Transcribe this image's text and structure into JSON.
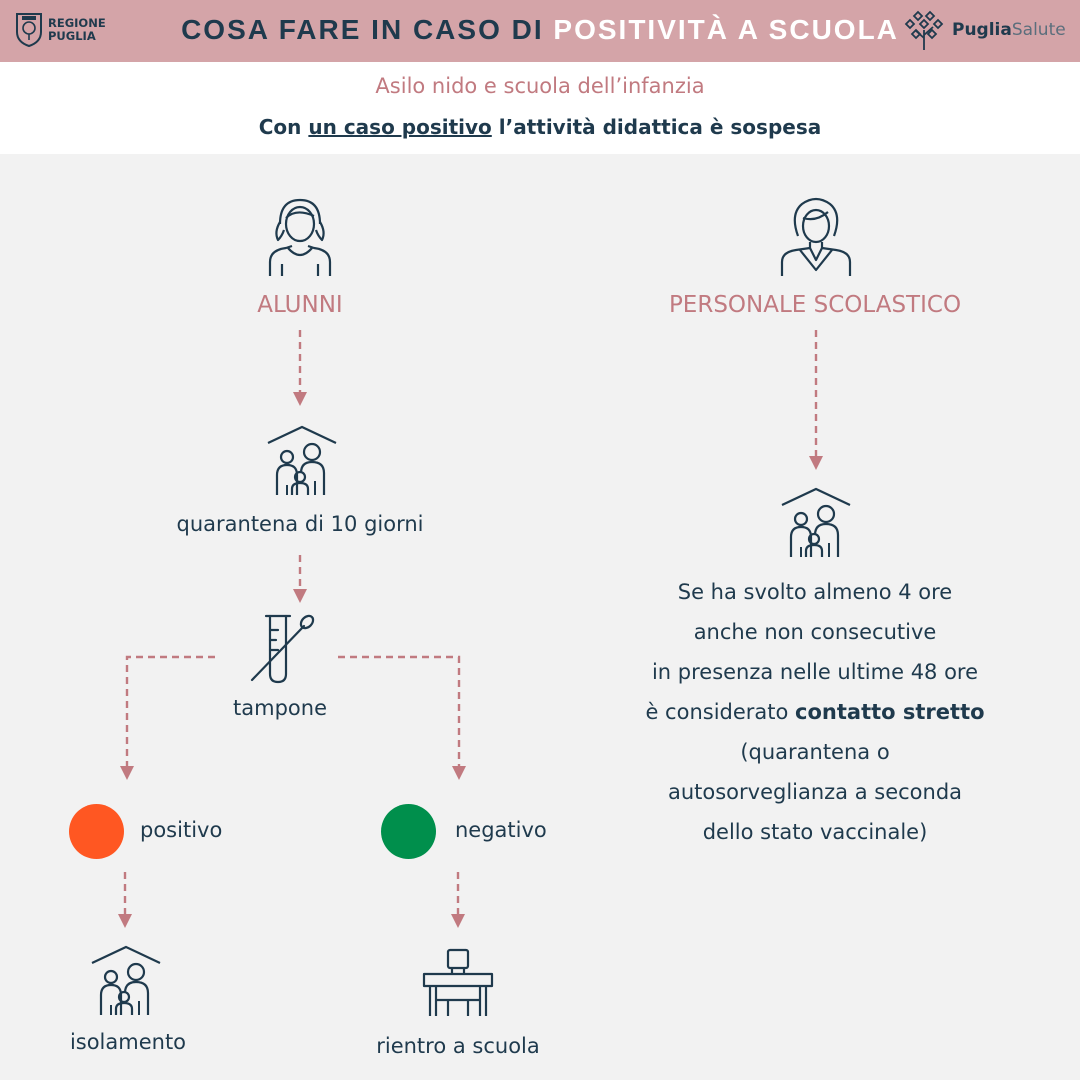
{
  "header": {
    "logo_left": {
      "line1": "REGIONE",
      "line2": "PUGLIA",
      "icon": "shield-icon"
    },
    "title_part1": "COSA FARE IN CASO DI ",
    "title_part2": "POSITIVITÀ A SCUOLA",
    "logo_right": {
      "bold": "Puglia",
      "light": "Salute",
      "icon": "tree-icon"
    }
  },
  "subheader": {
    "subtitle": "Asilo nido e scuola dell’infanzia",
    "rule_prefix": "Con ",
    "rule_underlined": "un caso positivo",
    "rule_suffix": " l’attività didattica è sospesa"
  },
  "alunni": {
    "heading": "ALUNNI",
    "quarantine": "quarantena di 10 giorni",
    "test": "tampone",
    "positive": "positivo",
    "negative": "negativo",
    "positive_outcome": "isolamento",
    "negative_outcome": "rientro a scuola"
  },
  "staff": {
    "heading": "PERSONALE SCOLASTICO",
    "line1": "Se ha svolto almeno 4 ore",
    "line2": "anche non consecutive",
    "line3": "in presenza nelle ultime 48 ore",
    "line4_prefix": "è considerato ",
    "line4_bold": "contatto stretto",
    "line5": "(quarantena o",
    "line6": "autosorveglianza a seconda",
    "line7": "dello stato vaccinale)"
  },
  "colors": {
    "header_bg": "#d4a4a8",
    "accent_pink": "#c17a80",
    "text_navy": "#1f3a4d",
    "positive_dot": "#ff5722",
    "negative_dot": "#008f4c"
  }
}
